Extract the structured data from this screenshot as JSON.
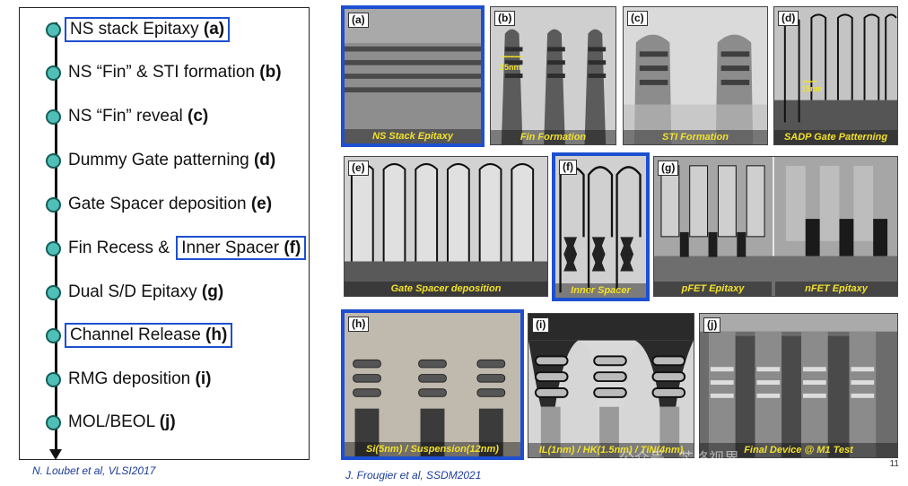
{
  "steps": [
    {
      "text": "NS stack Epitaxy ",
      "tag": "(a)"
    },
    {
      "text": "NS “Fin” & STI formation ",
      "tag": "(b)"
    },
    {
      "text": "NS “Fin” reveal ",
      "tag": "(c)"
    },
    {
      "text": "Dummy Gate patterning ",
      "tag": "(d)"
    },
    {
      "text": "Gate Spacer deposition ",
      "tag": "(e)"
    },
    {
      "text": "Fin Recess & ",
      "text2": "Inner Spacer ",
      "tag": "(f)"
    },
    {
      "text": "Dual S/D Epitaxy ",
      "tag": "(g)"
    },
    {
      "text": "Channel Release ",
      "tag": "(h)"
    },
    {
      "text": "RMG deposition ",
      "tag": "(i)"
    },
    {
      "text": "MOL/BEOL ",
      "tag": "(j)"
    }
  ],
  "citations": {
    "left": "N. Loubet et al, VLSI2017",
    "right": "J. Frougier et al, SSDM2021"
  },
  "tiles": {
    "a": {
      "label": "(a)",
      "caption": "NS Stack Epitaxy"
    },
    "b": {
      "label": "(b)",
      "caption": "Fin Formation",
      "scale": "25nm"
    },
    "c": {
      "label": "(c)",
      "caption": "STI Formation"
    },
    "d": {
      "label": "(d)",
      "caption": "SADP Gate Patterning",
      "scale": "15nm"
    },
    "e": {
      "label": "(e)",
      "caption": "Gate Spacer deposition"
    },
    "f": {
      "label": "(f)",
      "caption": "Inner Spacer"
    },
    "g": {
      "label": "(g)",
      "caption_p": "pFET  Epitaxy",
      "caption_n": "nFET Epitaxy"
    },
    "h": {
      "label": "(h)",
      "caption": "Si(5nm) / Suspension(12nm)"
    },
    "i": {
      "label": "(i)",
      "caption": "IL(1nm) / HK(1.5nm) / TiN(4nm)"
    },
    "j": {
      "label": "(j)",
      "caption": "Final Device @ M1 Test"
    }
  },
  "watermark": "公众号 · 芯终视界",
  "page_number": "11",
  "colors": {
    "highlight": "#1d4fd0",
    "node": "#4fbfb7",
    "caption": "#f2e12a",
    "citation": "#1a3b9c"
  }
}
